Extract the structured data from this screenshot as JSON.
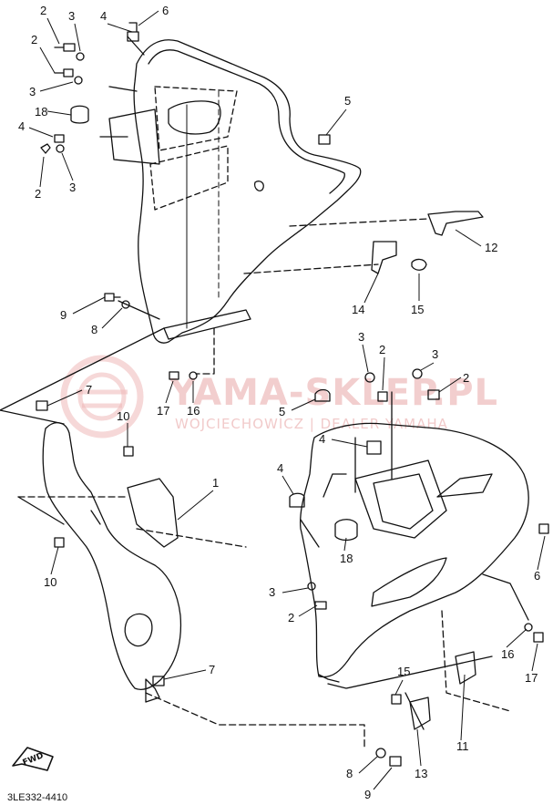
{
  "diagram": {
    "code": "3LE332-4410",
    "fwd_label": "FWD"
  },
  "watermark": {
    "title": "YAMA-SKLEP.PL",
    "subtitle": "WOJCIECHOWICZ | DEALER YAMAHA",
    "color": "#e9a7a7"
  },
  "callouts": [
    {
      "id": "c1",
      "label": "2"
    },
    {
      "id": "c2",
      "label": "3"
    },
    {
      "id": "c3",
      "label": "4"
    },
    {
      "id": "c4",
      "label": "6"
    },
    {
      "id": "c5",
      "label": "2"
    },
    {
      "id": "c6",
      "label": "3"
    },
    {
      "id": "c7",
      "label": "18"
    },
    {
      "id": "c8",
      "label": "4"
    },
    {
      "id": "c9",
      "label": "2"
    },
    {
      "id": "c10",
      "label": "3"
    },
    {
      "id": "c11",
      "label": "5"
    },
    {
      "id": "c12",
      "label": "12"
    },
    {
      "id": "c13",
      "label": "14"
    },
    {
      "id": "c14",
      "label": "15"
    },
    {
      "id": "c15",
      "label": "9"
    },
    {
      "id": "c16",
      "label": "8"
    },
    {
      "id": "c17",
      "label": "17"
    },
    {
      "id": "c18",
      "label": "16"
    },
    {
      "id": "c19",
      "label": "7"
    },
    {
      "id": "c20",
      "label": "10"
    },
    {
      "id": "c21",
      "label": "3"
    },
    {
      "id": "c22",
      "label": "2"
    },
    {
      "id": "c23",
      "label": "3"
    },
    {
      "id": "c24",
      "label": "2"
    },
    {
      "id": "c25",
      "label": "5"
    },
    {
      "id": "c26",
      "label": "4"
    },
    {
      "id": "c27",
      "label": "1"
    },
    {
      "id": "c28",
      "label": "4"
    },
    {
      "id": "c29",
      "label": "10"
    },
    {
      "id": "c30",
      "label": "18"
    },
    {
      "id": "c31",
      "label": "6"
    },
    {
      "id": "c32",
      "label": "3"
    },
    {
      "id": "c33",
      "label": "2"
    },
    {
      "id": "c34",
      "label": "16"
    },
    {
      "id": "c35",
      "label": "17"
    },
    {
      "id": "c36",
      "label": "7"
    },
    {
      "id": "c37",
      "label": "15"
    },
    {
      "id": "c38",
      "label": "11"
    },
    {
      "id": "c39",
      "label": "8"
    },
    {
      "id": "c40",
      "label": "13"
    },
    {
      "id": "c41",
      "label": "9"
    }
  ]
}
